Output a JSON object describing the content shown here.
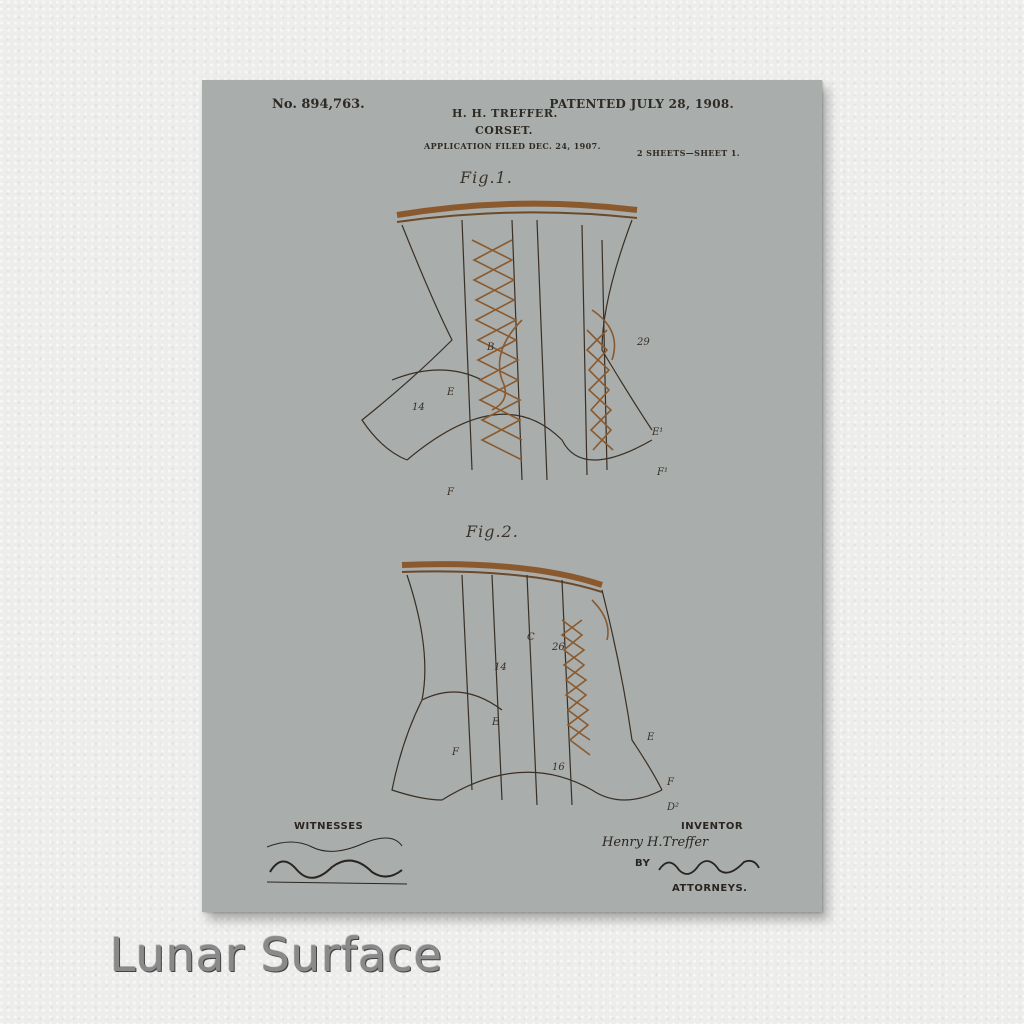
{
  "header": {
    "patent_number": "No. 894,763.",
    "inventor": "H. H. TREFFER.",
    "patented": "PATENTED JULY 28, 1908.",
    "title": "CORSET.",
    "filed": "APPLICATION FILED DEC. 24, 1907.",
    "sheets": "2 SHEETS—SHEET 1."
  },
  "figures": {
    "fig1": "Fig.1.",
    "fig2": "Fig.2."
  },
  "labels": {
    "witnesses": "WITNESSES",
    "inventor": "INVENTOR",
    "inventor_name": "Henry H.Treffer",
    "by": "BY",
    "attorneys": "ATTORNEYS."
  },
  "caption": "Lunar Surface",
  "colors": {
    "poster": "#a9adab",
    "ink": "#2f2a24",
    "lace": "#8a5a2e"
  }
}
